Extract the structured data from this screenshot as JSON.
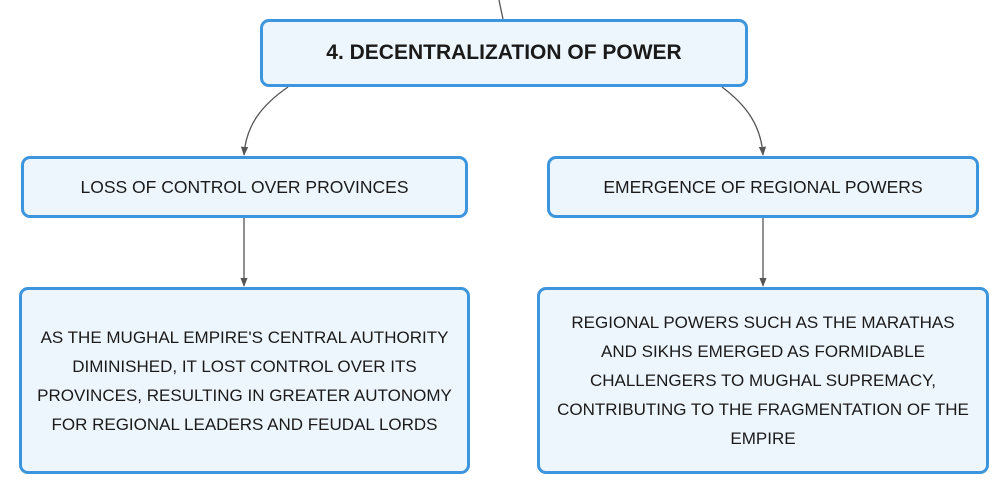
{
  "diagram": {
    "root": {
      "label": "4. DECENTRALIZATION OF POWER"
    },
    "branches": [
      {
        "label": "LOSS OF CONTROL OVER PROVINCES",
        "detail": "AS THE MUGHAL EMPIRE'S CENTRAL AUTHORITY DIMINISHED, IT LOST CONTROL OVER ITS PROVINCES, RESULTING IN GREATER AUTONOMY FOR REGIONAL LEADERS AND FEUDAL LORDS"
      },
      {
        "label": "EMERGENCE OF REGIONAL POWERS",
        "detail": "REGIONAL POWERS SUCH AS THE MARATHAS AND SIKHS EMERGED AS FORMIDABLE CHALLENGERS TO MUGHAL SUPREMACY, CONTRIBUTING TO THE FRAGMENTATION OF THE EMPIRE"
      }
    ]
  },
  "colors": {
    "node_border": "#3d95dd",
    "node_fill": "#eef6fd",
    "connector": "#555555"
  }
}
